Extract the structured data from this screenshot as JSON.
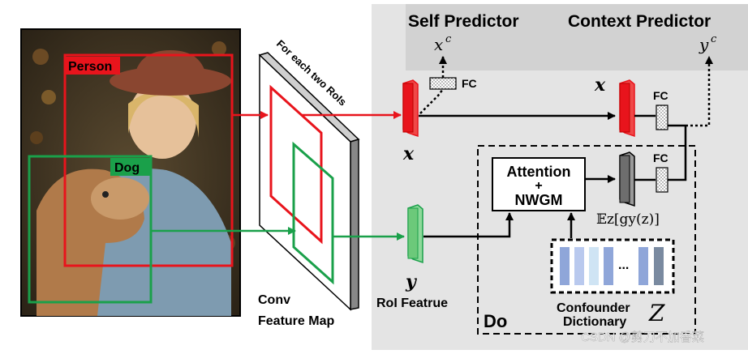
{
  "photo": {
    "boxes": [
      {
        "label": "Person",
        "color": "#e8141c"
      },
      {
        "label": "Dog",
        "color": "#1aa04a"
      }
    ]
  },
  "feature_map": {
    "caption_top": "For each two RoIs",
    "caption_bottom_line1": "Conv",
    "caption_bottom_line2": "Feature Map"
  },
  "left_feature": {
    "label_x": "x",
    "label_y": "y",
    "roi_caption": "RoI Featrue"
  },
  "self_predictor": {
    "title": "Self Predictor",
    "output": "x",
    "output_sup": "c",
    "fc_label": "FC"
  },
  "context_predictor": {
    "title": "Context Predictor",
    "output": "y",
    "output_sup": "c",
    "feature_label": "x",
    "fc_label": "FC"
  },
  "do_box": {
    "label": "Do",
    "attention_line1": "Attention",
    "attention_line2": "+",
    "attention_line3": "NWGM",
    "fc_label": "FC",
    "expectation": "𝔼z[gy(z)]",
    "dictionary_line1": "Confounder",
    "dictionary_line2": "Dictionary",
    "dictionary_symbol": "Z",
    "ellipsis": "..."
  },
  "watermark": "CSDN @剪刀不加香菜",
  "colors": {
    "red": "#e8141c",
    "green": "#1aa04a",
    "panel": "#e4e4e4",
    "panel_dark": "#d2d2d2",
    "gray_block": "#6e6e6e"
  }
}
